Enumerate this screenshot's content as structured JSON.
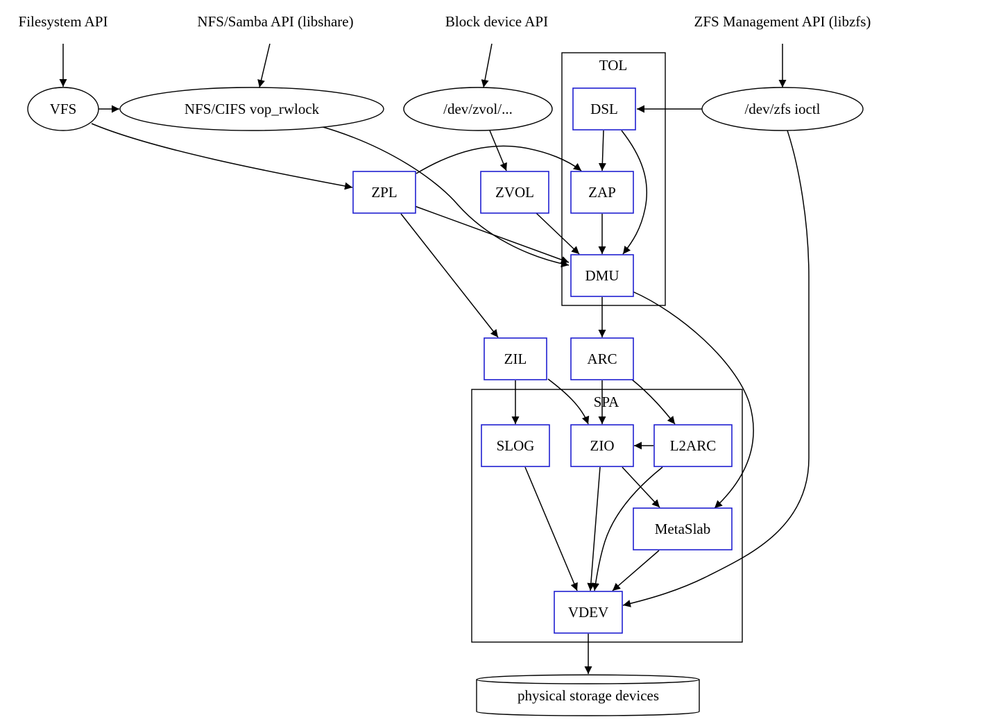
{
  "diagram": {
    "apis": {
      "filesystem": "Filesystem API",
      "nfs_samba": "NFS/Samba API (libshare)",
      "block_device": "Block device API",
      "zfs_management": "ZFS Management API (libzfs)"
    },
    "clusters": {
      "tol": "TOL",
      "spa": "SPA"
    },
    "nodes": {
      "vfs": "VFS",
      "nfs_cifs": "NFS/CIFS vop_rwlock",
      "dev_zvol": "/dev/zvol/...",
      "dev_zfs": "/dev/zfs ioctl",
      "dsl": "DSL",
      "zpl": "ZPL",
      "zvol": "ZVOL",
      "zap": "ZAP",
      "dmu": "DMU",
      "zil": "ZIL",
      "arc": "ARC",
      "slog": "SLOG",
      "zio": "ZIO",
      "l2arc": "L2ARC",
      "metaslab": "MetaSlab",
      "vdev": "VDEV",
      "storage": "physical storage devices"
    },
    "colors": {
      "module_border": "#1f1fd0",
      "line": "#000000"
    }
  }
}
